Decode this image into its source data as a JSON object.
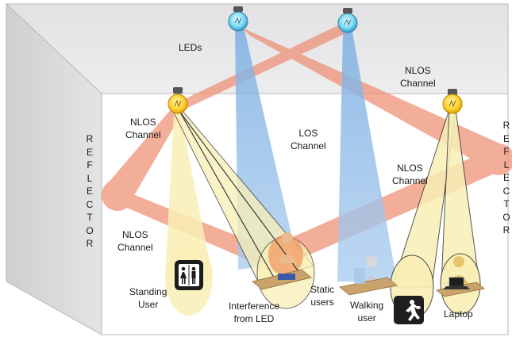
{
  "labels": {
    "leds": "LEDs",
    "nlos_top": [
      "NLOS",
      "Channel"
    ],
    "nlos_left": [
      "NLOS",
      "Channel"
    ],
    "los": [
      "LOS",
      "Channel"
    ],
    "nlos_right": [
      "NLOS",
      "Channel"
    ],
    "nlos_bottom_left": [
      "NLOS",
      "Channel"
    ],
    "standing_user": [
      "Standing",
      "User"
    ],
    "interference": [
      "Interference",
      "from LED"
    ],
    "static_users": [
      "Static",
      "users"
    ],
    "walking_user": [
      "Walking",
      "user"
    ],
    "laptop": "Laptop"
  },
  "reflector_left": [
    "R",
    "E",
    "F",
    "L",
    "E",
    "C",
    "T",
    "O",
    "R"
  ],
  "reflector_right": [
    "R",
    "E",
    "F",
    "L",
    "E",
    "C",
    "T",
    "O",
    "R"
  ],
  "colors": {
    "nlos_beam": "#ee8f73",
    "los_beam": "#8fb9e6",
    "yellow_cone": "#f9efb6",
    "room_side": "#d9d9d9",
    "room_top": "#e6e6e8",
    "icon_dark": "#2b2b2b"
  },
  "icons": [
    "bulb-yellow-icon",
    "bulb-blue-icon",
    "restroom-sign-icon",
    "walking-person-icon",
    "laptop-icon",
    "person-icon"
  ]
}
